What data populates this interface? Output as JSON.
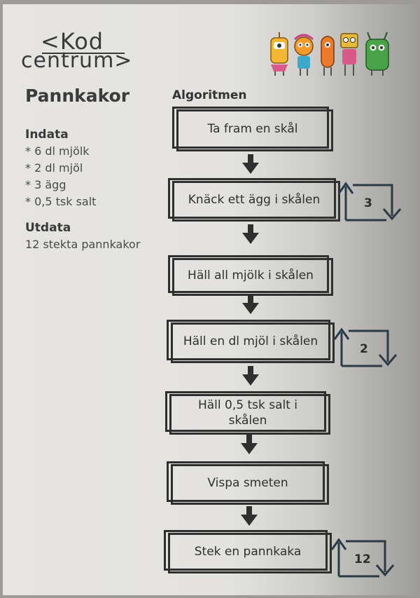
{
  "logo": {
    "line1": "<Kod",
    "line2": "centrum>"
  },
  "title": "Pannkakor",
  "algorithm_title": "Algoritmen",
  "input": {
    "heading": "Indata",
    "items": [
      "* 6 dl mjölk",
      "* 2 dl mjöl",
      "* 3 ägg",
      "* 0,5 tsk salt"
    ]
  },
  "output": {
    "heading": "Utdata",
    "items": [
      "12 stekta pannkakor"
    ]
  },
  "steps": [
    {
      "label": "Ta fram en skål"
    },
    {
      "label": "Knäck ett ägg i skålen",
      "repeat": "3"
    },
    {
      "label": "Häll all mjölk i skålen"
    },
    {
      "label": "Häll en dl mjöl i skålen",
      "repeat": "2"
    },
    {
      "label": "Häll 0,5 tsk salt i skålen"
    },
    {
      "label": "Vispa smeten"
    },
    {
      "label": "Stek en pannkaka",
      "repeat": "12"
    }
  ],
  "colors": {
    "card": "#e4e3e0",
    "ink": "#2f2f2f",
    "loop": "#2a3a48"
  },
  "icons": [
    "robot-yellow-icon",
    "robot-girl-icon",
    "robot-orange-icon",
    "robot-pink-icon",
    "robot-green-icon",
    "arrow-down-icon",
    "repeat-loop-icon"
  ]
}
